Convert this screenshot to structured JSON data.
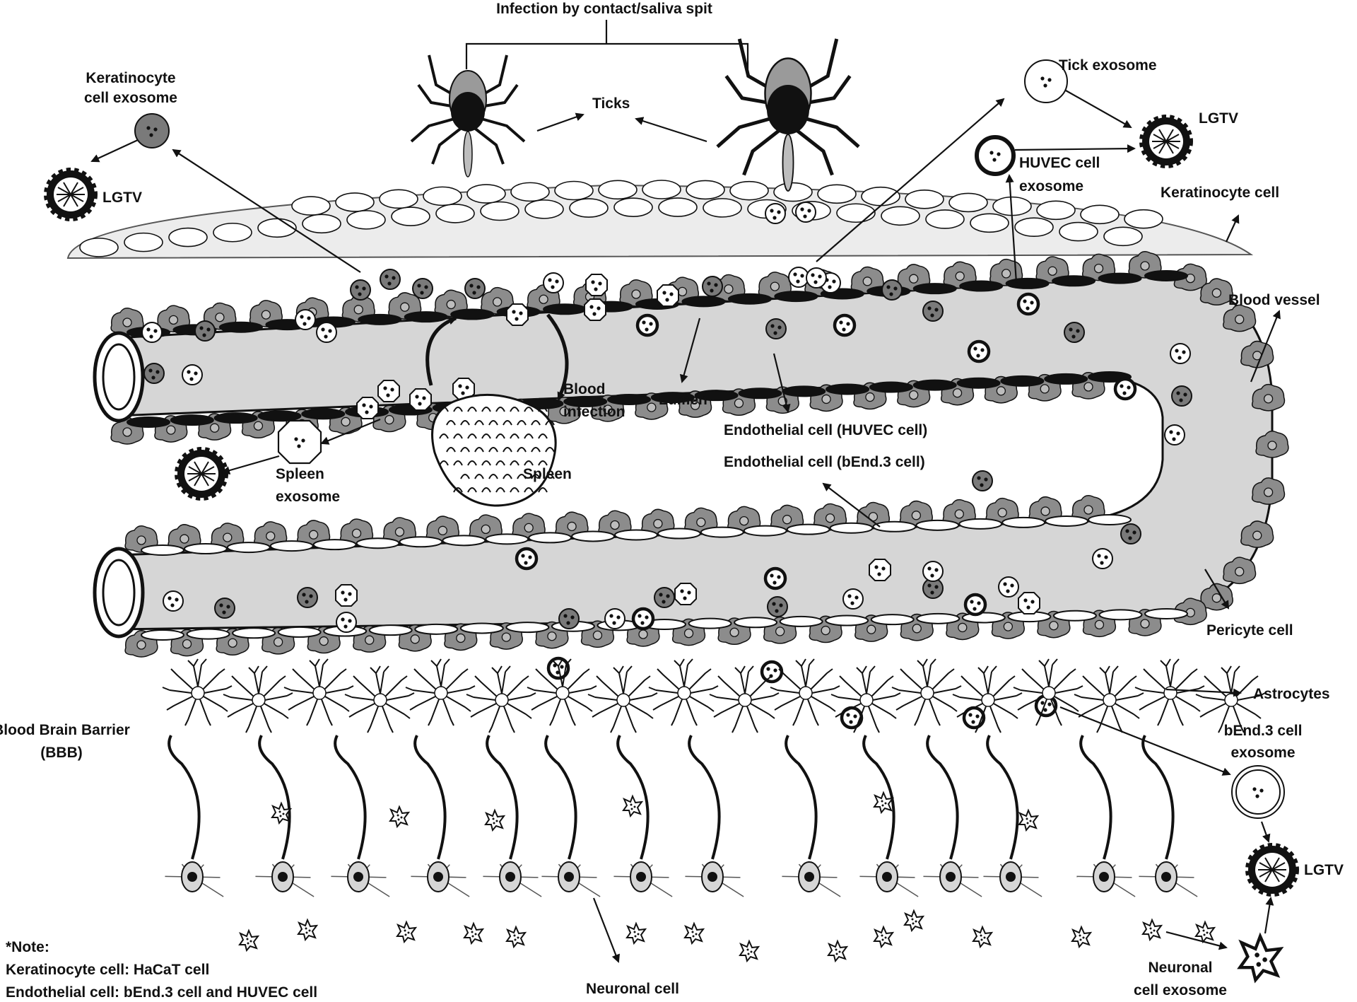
{
  "title": "Infection by contact/saliva spit",
  "labels": {
    "keratinocyte_exosome": [
      "Keratinocyte",
      "cell exosome"
    ],
    "lgtv_left": "LGTV",
    "ticks": "Ticks",
    "tick_exosome": "Tick exosome",
    "lgtv_top_right": "LGTV",
    "huvec_exosome": [
      "HUVEC cell",
      "exosome"
    ],
    "keratinocyte_cell": "Keratinocyte cell",
    "blood_vessel": "Blood vessel",
    "blood_infection": [
      "Blood",
      "infection"
    ],
    "lumen": "Lumen",
    "endothelial_huvec": "Endothelial cell (HUVEC cell)",
    "endothelial_bend3": "Endothelial cell (bEnd.3 cell)",
    "spleen_exosome": [
      "Spleen",
      "exosome"
    ],
    "spleen": "Spleen",
    "pericyte_cell": "Pericyte cell",
    "astrocytes": "Astrocytes",
    "bbb": [
      "Blood Brain Barrier",
      "(BBB)"
    ],
    "bend3_exosome": [
      "bEnd.3 cell",
      "exosome"
    ],
    "lgtv_bottom_right": "LGTV",
    "neuronal_cell": "Neuronal cell",
    "neuronal_exosome": [
      "Neuronal",
      "cell exosome"
    ]
  },
  "note": {
    "heading": "*Note:",
    "line1": "Keratinocyte cell: HaCaT cell",
    "line2": "Endothelial cell: bEnd.3 cell and HUVEC cell"
  },
  "colors": {
    "ink": "#111111",
    "vessel_wall": "#8c8c8c",
    "lumen": "#d6d6d6",
    "keratinocyte_exosome_fill": "#7a7a7a",
    "tick_body": "#9a9a9a",
    "background": "#ffffff"
  },
  "icons": [
    "tick-icon",
    "lgtv-virus-icon",
    "exosome-icon",
    "spleen-icon",
    "astrocyte-icon",
    "neuron-icon",
    "neuronal-exosome-star-icon"
  ]
}
